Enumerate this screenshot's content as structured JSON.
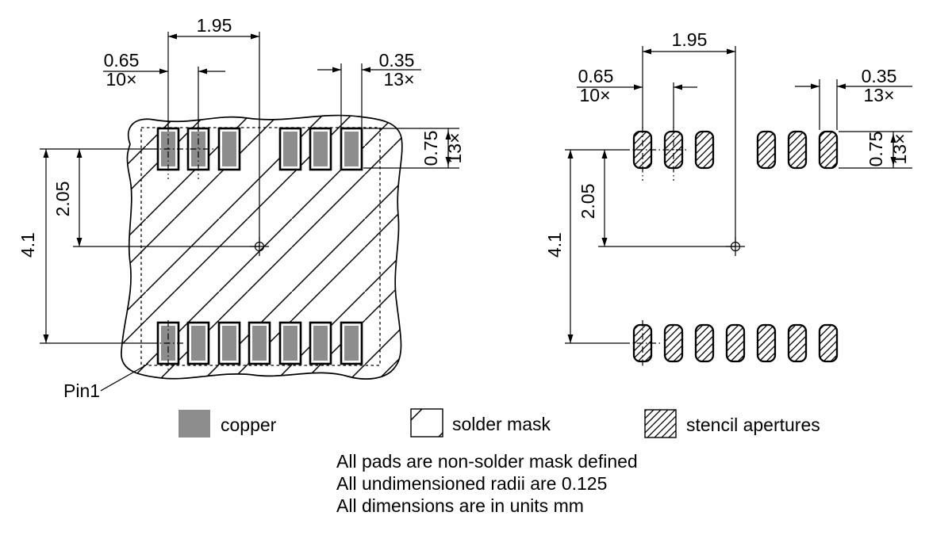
{
  "dimensions": {
    "group_pitch": "1.95",
    "pad_pitch": "0.65",
    "pad_pitch_count": "10×",
    "pad_width": "0.35",
    "pad_width_count": "13×",
    "pad_height": "0.75",
    "pad_height_count": "13×",
    "row_to_origin": "2.05",
    "row_to_row": "4.1"
  },
  "labels": {
    "pin1": "Pin1"
  },
  "legend": {
    "copper": "copper",
    "solder_mask": "solder mask",
    "stencil_apertures": "stencil apertures"
  },
  "notes": [
    "All pads are non-solder mask defined",
    "All undimensioned radii are 0.125",
    "All dimensions are in units mm"
  ],
  "colors": {
    "copper_fill": "#8d8d8d",
    "line": "#000000",
    "background": "#ffffff"
  }
}
